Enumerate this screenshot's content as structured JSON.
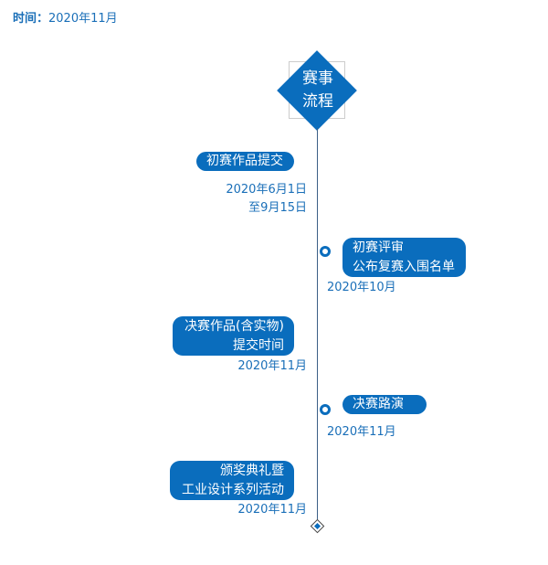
{
  "header": {
    "label": "时间：",
    "value": "2020年11月"
  },
  "title": {
    "line1": "赛事",
    "line2": "流程"
  },
  "events": [
    {
      "title": [
        "初赛作品提交"
      ],
      "date": [
        "2020年6月1日",
        "至9月15日"
      ]
    },
    {
      "title": [
        "初赛评审",
        "公布复赛入围名单"
      ],
      "date": [
        "2020年10月"
      ]
    },
    {
      "title": [
        "决赛作品(含实物)",
        "提交时间"
      ],
      "date": [
        "2020年11月"
      ]
    },
    {
      "title": [
        "决赛路演"
      ],
      "date": [
        "2020年11月"
      ]
    },
    {
      "title": [
        "颁奖典礼暨",
        "工业设计系列活动"
      ],
      "date": [
        "2020年11月"
      ]
    }
  ],
  "colors": {
    "accent": "#0a6dbd",
    "text": "#1a6fb8"
  }
}
